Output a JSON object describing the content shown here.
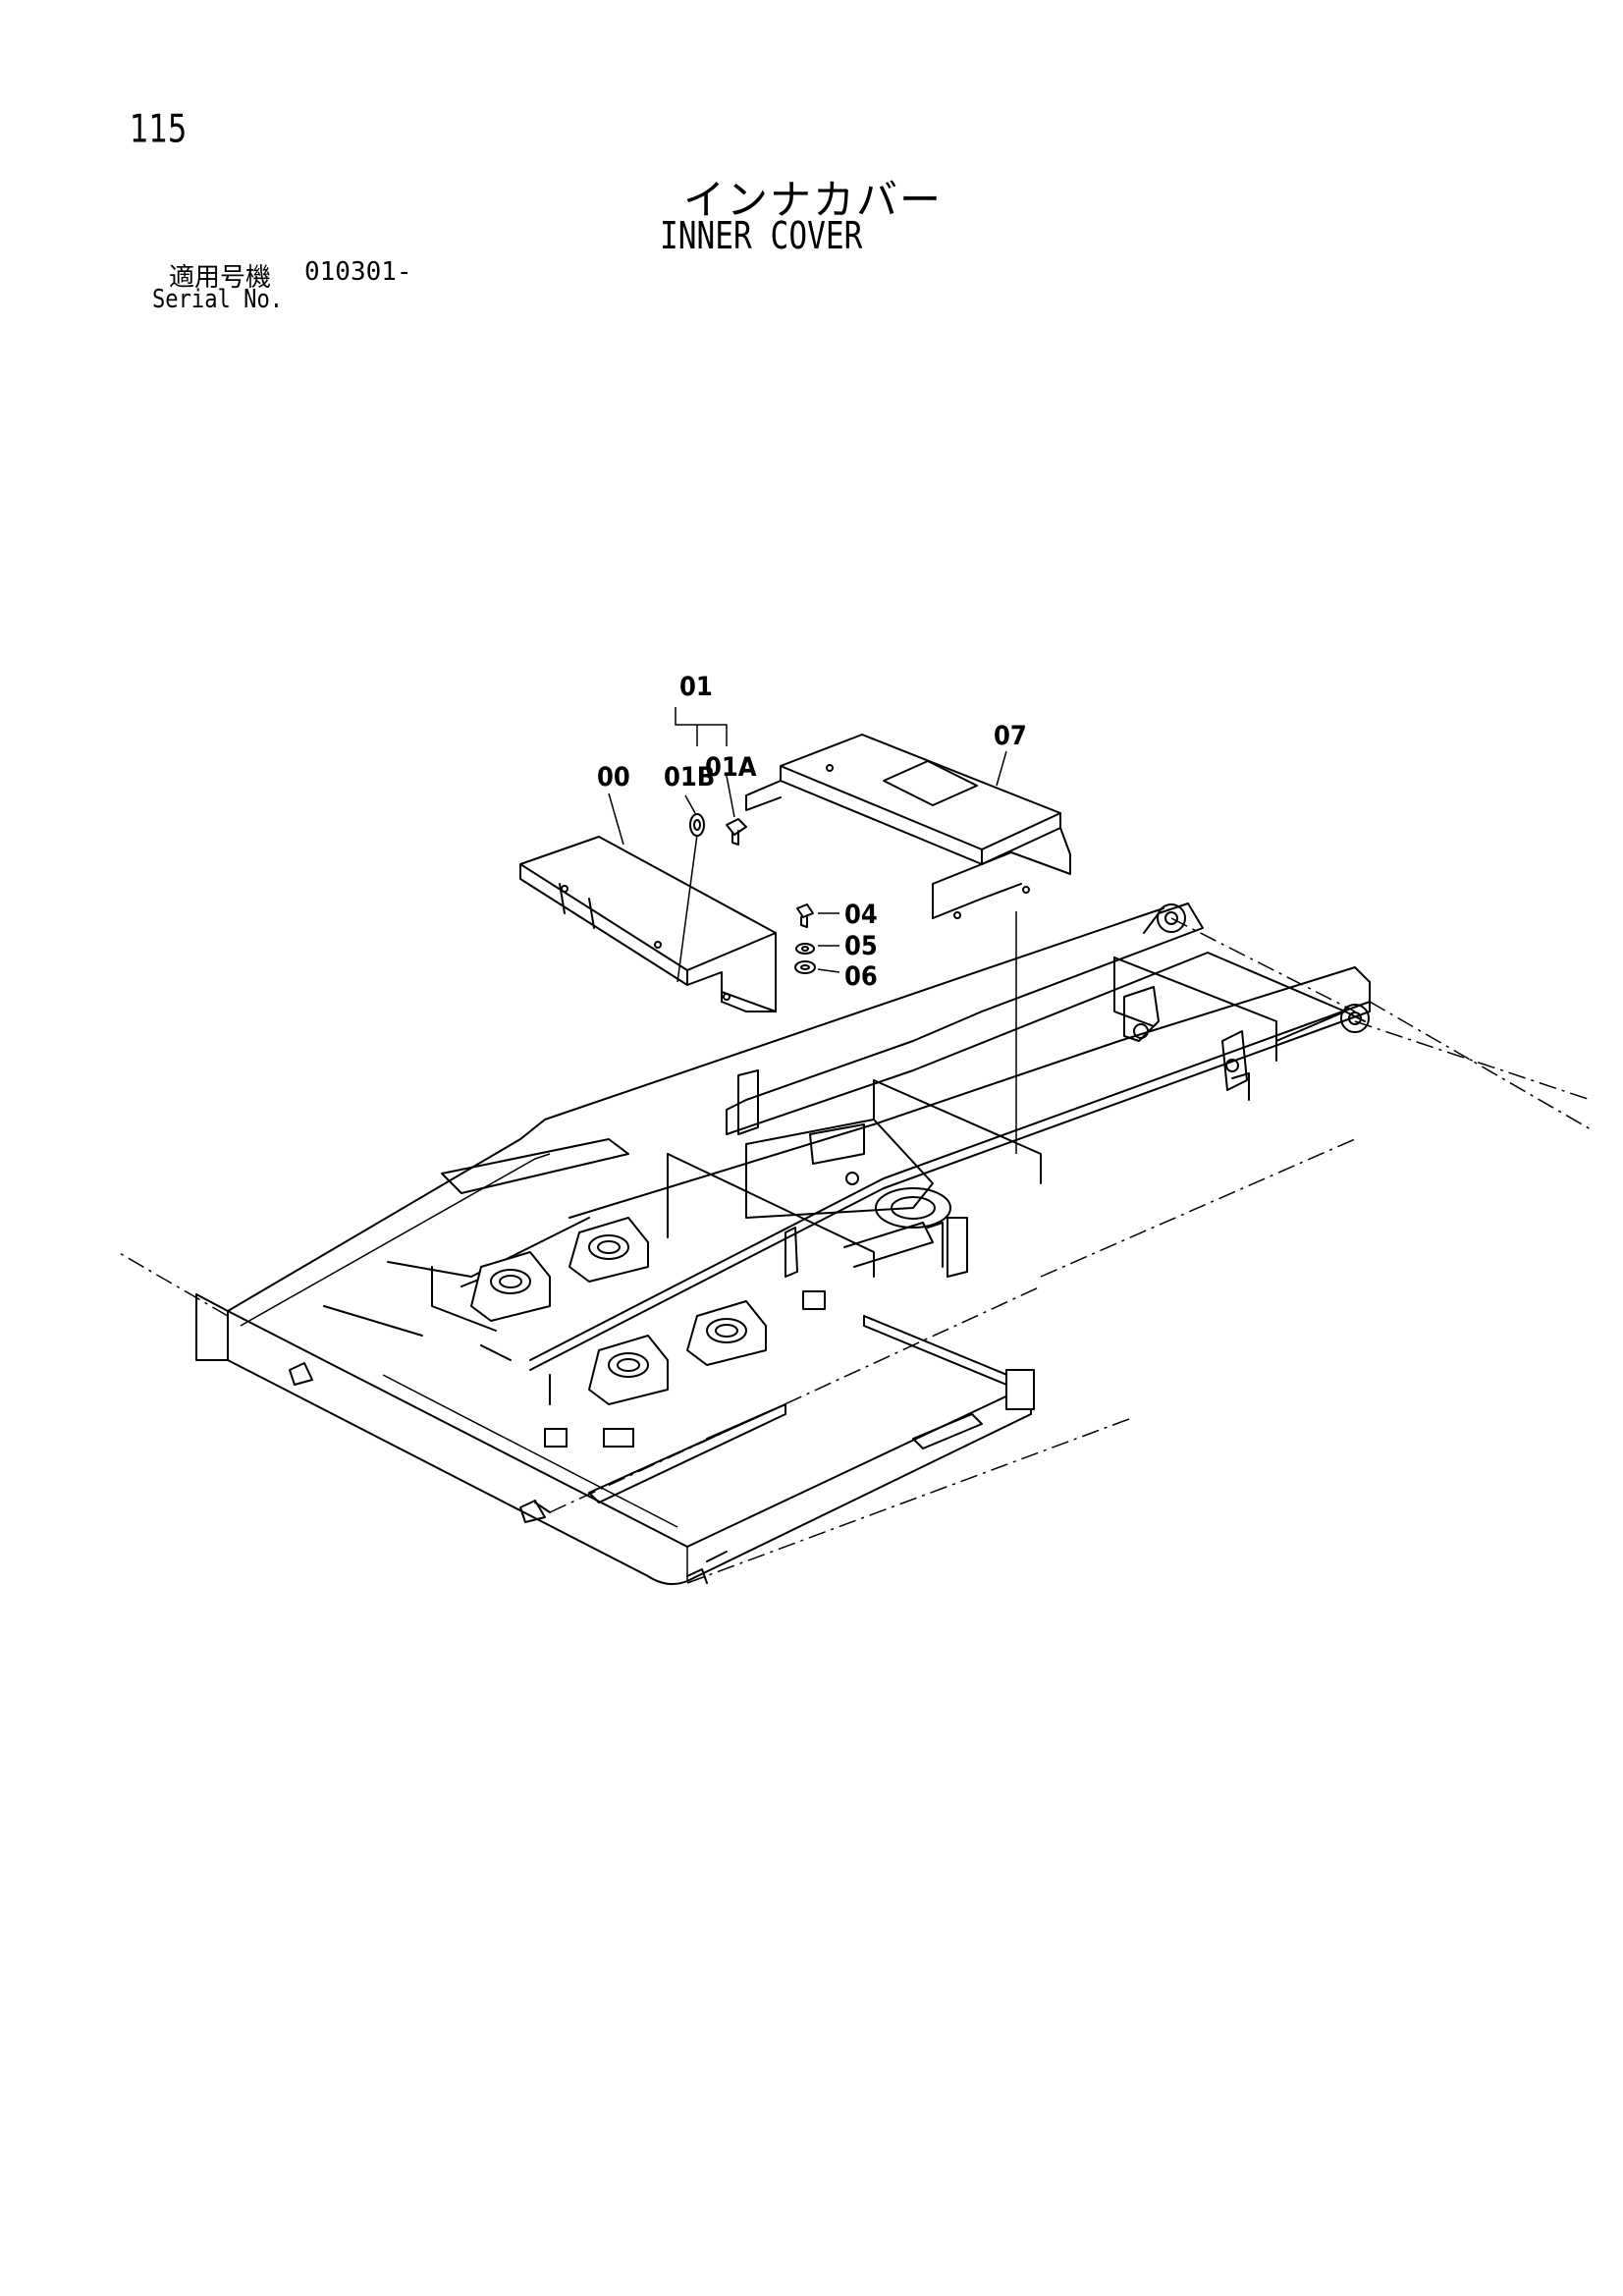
{
  "page": {
    "number": "115",
    "title_jp": "インナカバー",
    "title_en": "INNER COVER",
    "serial_label_jp": "適用号機",
    "serial_range": "010301-",
    "serial_label_en": "Serial No."
  },
  "callouts": {
    "c00": "00",
    "c01": "01",
    "c01A": "01A",
    "c01B": "01B",
    "c04": "04",
    "c05": "05",
    "c06": "06",
    "c07": "07"
  }
}
